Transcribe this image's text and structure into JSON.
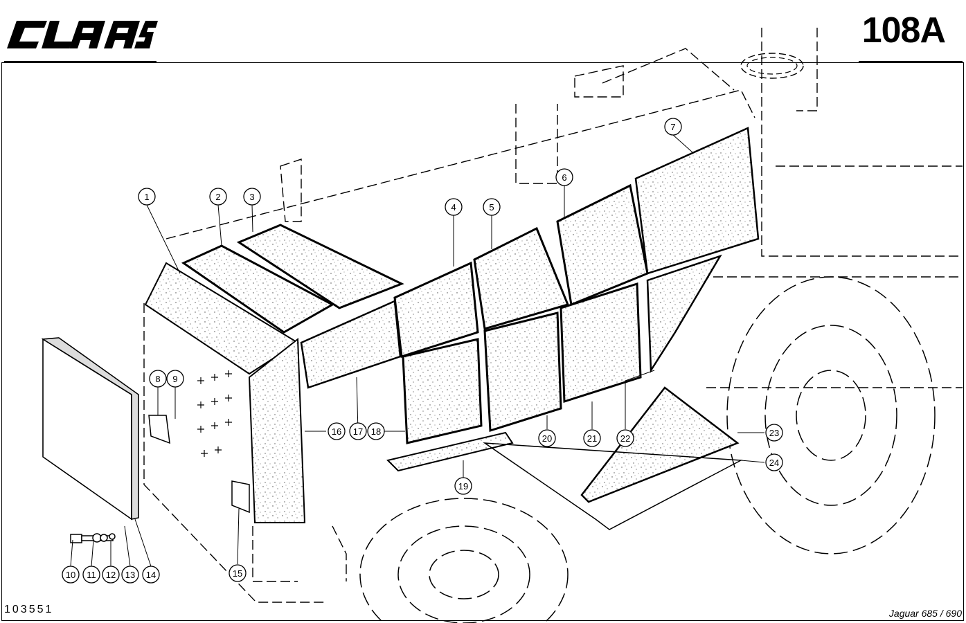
{
  "header": {
    "brand": "CLAAS",
    "page_number": "108A"
  },
  "footer": {
    "drawing_number": "103551",
    "model": "Jaguar 685 / 690"
  },
  "callouts": [
    "1",
    "2",
    "3",
    "4",
    "5",
    "6",
    "7",
    "8",
    "9",
    "10",
    "11",
    "12",
    "13",
    "14",
    "15",
    "16",
    "17",
    "18",
    "19",
    "20",
    "21",
    "22",
    "23",
    "24"
  ]
}
